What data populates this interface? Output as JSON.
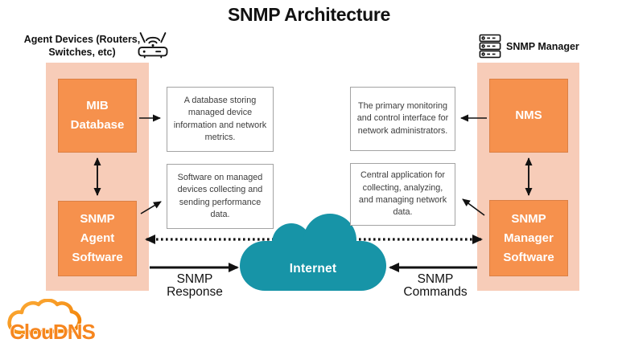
{
  "title": "SNMP Architecture",
  "agent_side": {
    "label": "Agent Devices (Routers,\nSwitches, etc)",
    "device_icon": "wireless-router-icon",
    "boxes": [
      {
        "label": "MIB\nDatabase",
        "description": "A database storing\nmanaged device\ninformation and network\nmetrics."
      },
      {
        "label": "SNMP\nAgent\nSoftware",
        "description": "Software on managed\ndevices collecting and\nsending performance\ndata."
      }
    ]
  },
  "manager_side": {
    "label": "SNMP Manager",
    "device_icon": "server-rack-icon",
    "boxes": [
      {
        "label": "NMS",
        "description": "The primary monitoring\nand control interface for\nnetwork administrators."
      },
      {
        "label": "SNMP\nManager\nSoftware",
        "description": "Central application for\ncollecting, analyzing,\nand managing network\ndata."
      }
    ]
  },
  "network": {
    "cloud_label": "Internet"
  },
  "flows": {
    "response_label": "SNMP\nResponse",
    "commands_label": "SNMP\nCommands"
  },
  "logo": {
    "text": "ClouDNS"
  },
  "colors": {
    "box_orange": "#F6914D",
    "box_orange_border": "#DB8045",
    "panel_salmon": "#F7CCB8",
    "cloud_teal": "#1794A7",
    "logo_orange": "#F6861F",
    "arrow_black": "#111111",
    "desc_border": "#A3A3A3"
  }
}
